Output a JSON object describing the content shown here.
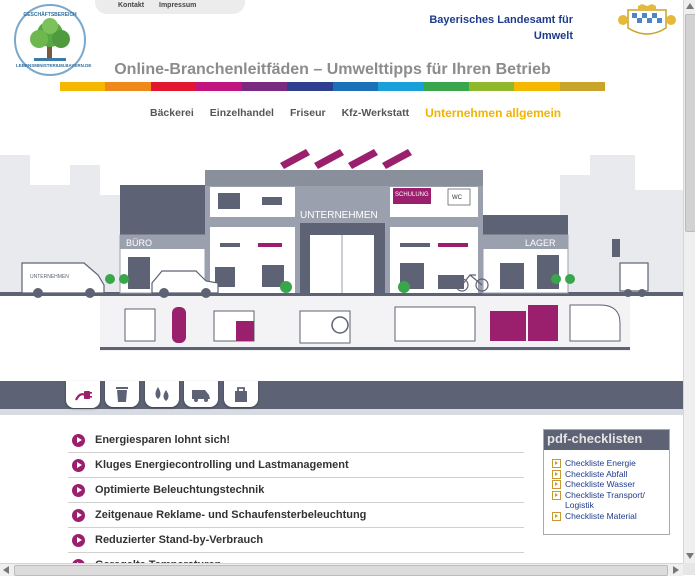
{
  "top_links": [
    "Kontakt",
    "Impressum"
  ],
  "logo": {
    "text_top": "GESCHÄFTSBEREICH",
    "text_bottom": "LEBENSMINISTERIUM.BAYERN.DE"
  },
  "agency": {
    "line1": "Bayerisches Landesamt für",
    "line2": "Umwelt"
  },
  "site_title": "Online-Branchenleitfäden – Umwelttipps für Ihren Betrieb",
  "colorbar": [
    "#f5b800",
    "#ef8a1a",
    "#e2162e",
    "#c21480",
    "#7b2a82",
    "#2e3f8f",
    "#1c70b7",
    "#1aa0d8",
    "#3aa64b",
    "#8fb82a",
    "#f5b800",
    "#c9a42a"
  ],
  "nav": [
    {
      "label": "Bäckerei",
      "active": false
    },
    {
      "label": "Einzelhandel",
      "active": false
    },
    {
      "label": "Friseur",
      "active": false
    },
    {
      "label": "Kfz-Werkstatt",
      "active": false
    },
    {
      "label": "Unternehmen allgemein",
      "active": true
    }
  ],
  "scene": {
    "building_sign": "UNTERNEHMEN",
    "left_wing": "BÜRO",
    "right_wing": "LAGER",
    "training_sign": "SCHULUNG",
    "wc_sign": "WC",
    "van_text": "UNTERNEHMEN"
  },
  "icon_tabs": [
    {
      "name": "energy-plug-icon",
      "active": true
    },
    {
      "name": "waste-bin-icon",
      "active": false
    },
    {
      "name": "water-drops-icon",
      "active": false
    },
    {
      "name": "transport-van-icon",
      "active": false
    },
    {
      "name": "material-box-icon",
      "active": false
    }
  ],
  "list": [
    "Energiesparen lohnt sich!",
    "Kluges Energiecontrolling und Lastmanagement",
    "Optimierte Beleuchtungstechnik",
    "Zeitgenaue Reklame- und Schaufensterbeleuchtung",
    "Reduzierter Stand-by-Verbrauch",
    "Geregelte Temperaturen"
  ],
  "pdf": {
    "title": "pdf-checklisten",
    "items": [
      "Checkliste Energie",
      "Checkliste Abfall",
      "Checkliste Wasser",
      "Checkliste Transport/ Logistik",
      "Checkliste Material"
    ]
  },
  "colors": {
    "accent": "#f2b400",
    "bullet": "#9a1f6c",
    "bar": "#5d6274",
    "building": "#9aa0ae",
    "building_dark": "#5d6274",
    "magenta": "#9a1f6c"
  }
}
